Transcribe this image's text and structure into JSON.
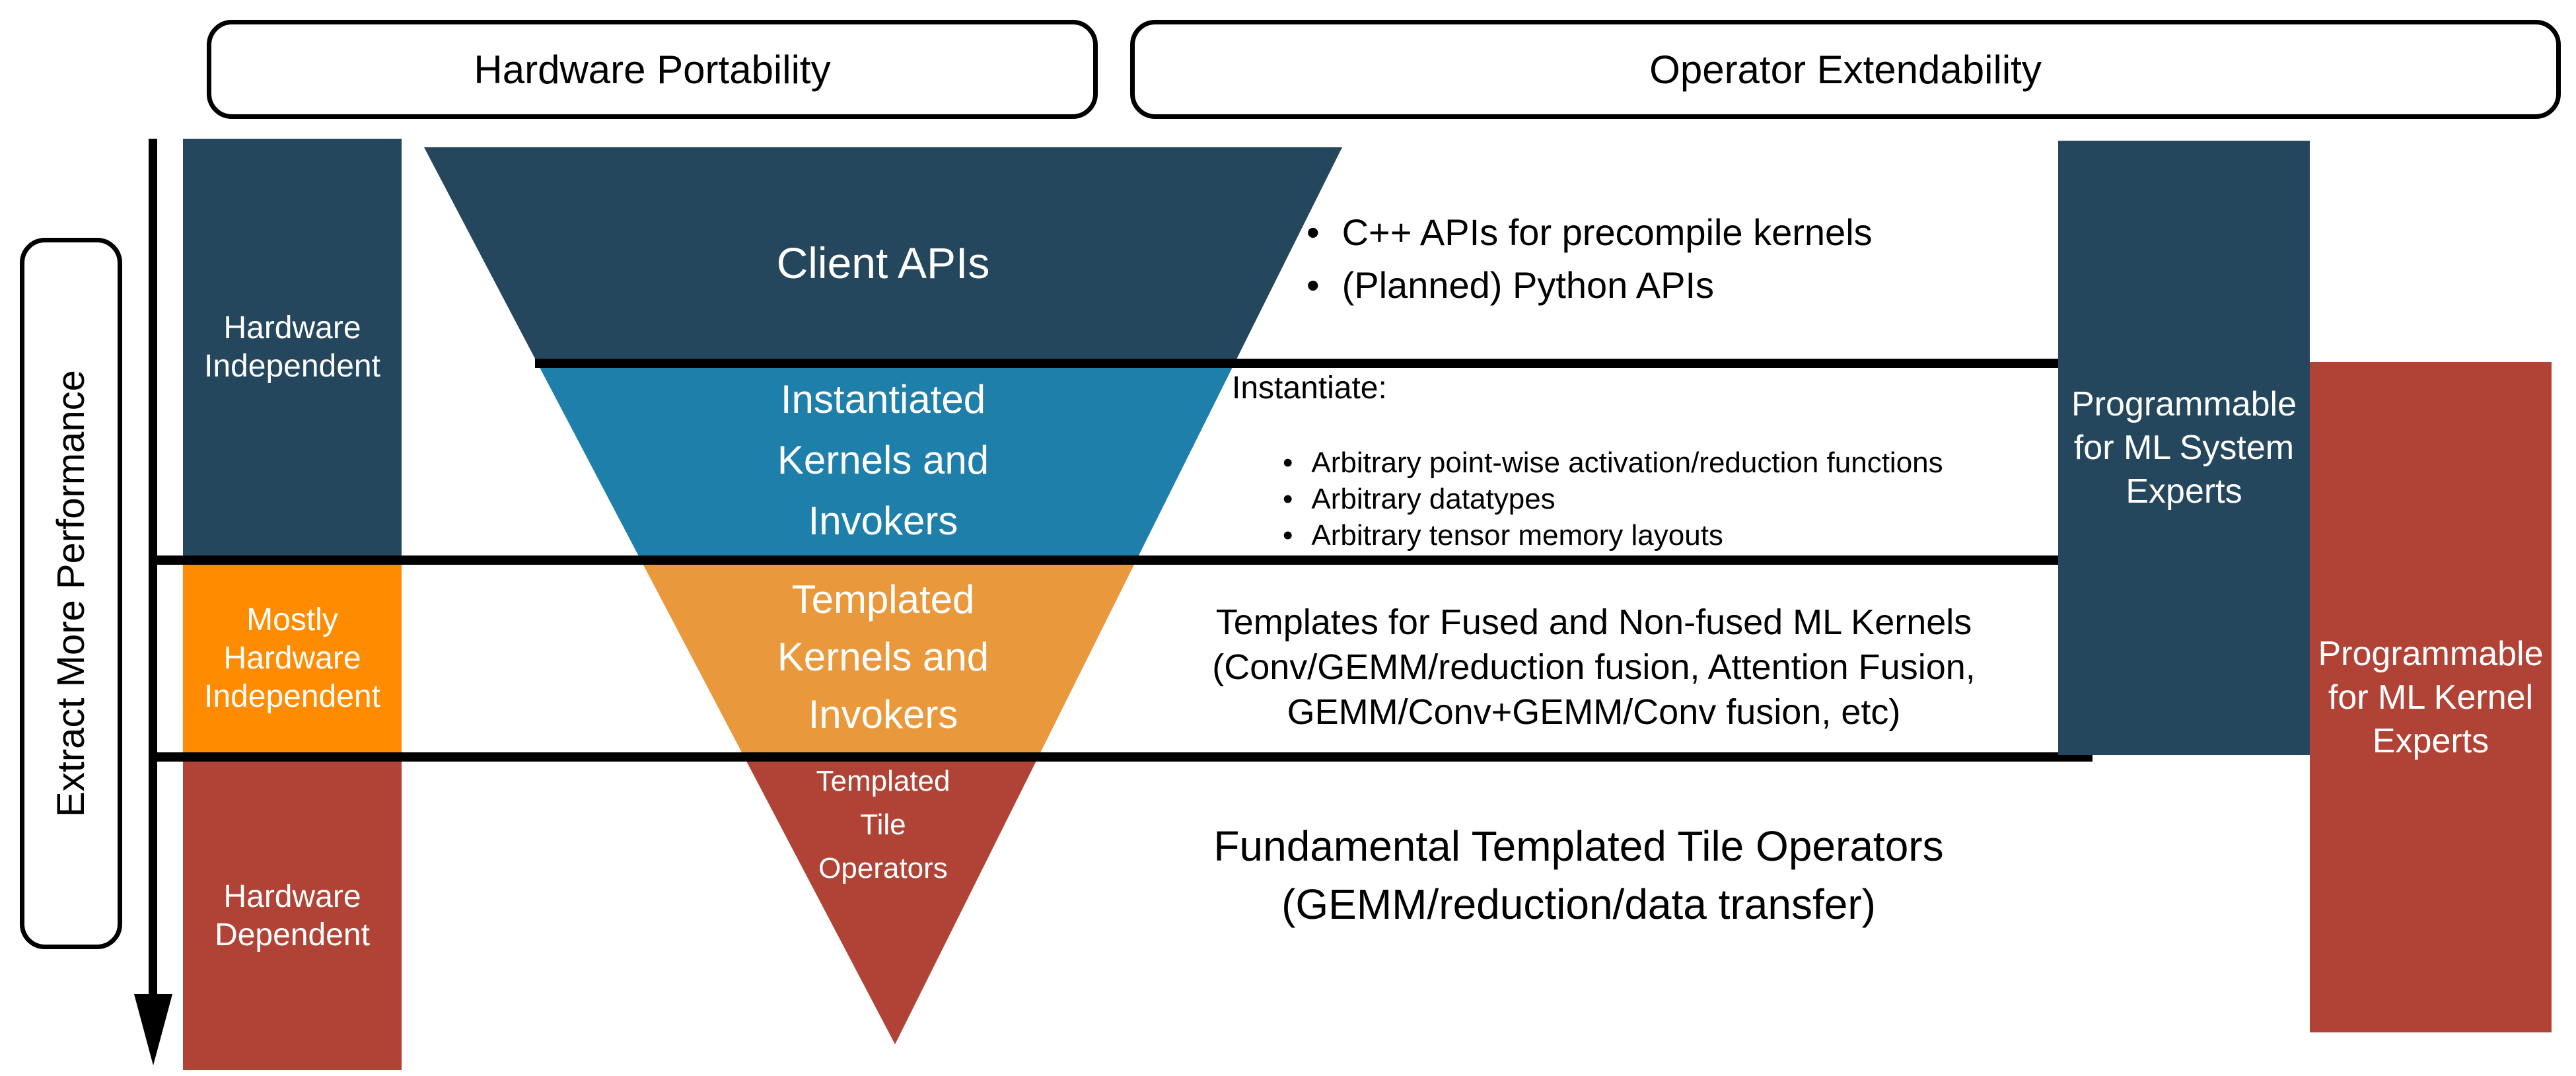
{
  "headers": {
    "hardware_portability": "Hardware Portability",
    "operator_extendability": "Operator Extendability"
  },
  "side_axis": {
    "label": "Extract More Performance"
  },
  "colors": {
    "navy": "#25475E",
    "teal": "#1F7FAB",
    "bright_orange": "#FF8C00",
    "muted_orange": "#E9993B",
    "red": "#B14336",
    "divider": "#000000"
  },
  "left_column": {
    "items": [
      {
        "color": "#25475E",
        "lines": [
          "Hardware",
          "Independent"
        ]
      },
      {
        "color": "#FF8C00",
        "lines": [
          "Mostly",
          "Hardware",
          "Independent"
        ]
      },
      {
        "color": "#B14336",
        "lines": [
          "Hardware",
          "Dependent"
        ]
      }
    ]
  },
  "funnel": {
    "layers": [
      {
        "color": "#25475E",
        "lines": [
          "Client APIs"
        ]
      },
      {
        "color": "#1F7FAB",
        "lines": [
          "Instantiated",
          "Kernels and",
          "Invokers"
        ]
      },
      {
        "color": "#E9993B",
        "lines": [
          "Templated",
          "Kernels and",
          "Invokers"
        ]
      },
      {
        "color": "#B14336",
        "lines": [
          "Templated",
          "Tile",
          "Operators"
        ]
      }
    ]
  },
  "annotations": {
    "bullet_glyph": "•",
    "client_api_bullets": [
      "C++ APIs for precompile kernels",
      "(Planned) Python APIs"
    ],
    "instantiate_heading": "Instantiate:",
    "instantiate_bullets": [
      "Arbitrary point-wise activation/reduction functions",
      "Arbitrary datatypes",
      "Arbitrary tensor memory layouts"
    ],
    "templates_lines": [
      "Templates for Fused and Non-fused ML Kernels",
      "(Conv/GEMM/reduction fusion, Attention Fusion,",
      "GEMM/Conv+GEMM/Conv fusion, etc)"
    ],
    "fundamental_lines": [
      "Fundamental Templated Tile Operators",
      "(GEMM/reduction/data transfer)"
    ]
  },
  "right_boxes": {
    "ml_system": {
      "color": "#25475E",
      "lines": [
        "Programmable",
        "for ML System",
        "Experts"
      ]
    },
    "ml_kernel": {
      "color": "#B14336",
      "lines": [
        "Programmable",
        "for ML Kernel",
        "Experts"
      ]
    }
  }
}
